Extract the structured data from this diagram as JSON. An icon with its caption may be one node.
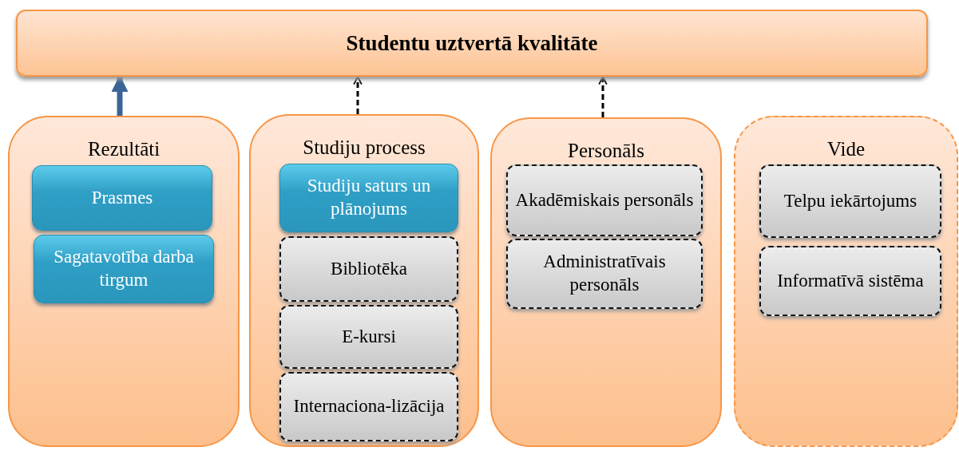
{
  "diagram": {
    "nodes": [
      {
        "text": [
          "Studentu uztvertā kvalitāte"
        ]
      },
      {
        "text": [
          "Rezultāti"
        ]
      },
      {
        "text": [
          "Prasmes"
        ],
        "in": 1
      },
      {
        "text": [
          "Sagatavotība darba tirgum"
        ],
        "in": 1
      },
      {
        "text": [
          "Studiju process"
        ]
      },
      {
        "text": [
          "Studiju saturs un plānojums"
        ],
        "in": 4
      },
      {
        "text": [
          "Bibliotēka"
        ],
        "in": 4
      },
      {
        "text": [
          "E-kursi"
        ],
        "in": 4
      },
      {
        "text": [
          "Internaciona-lizācija"
        ],
        "in": 4
      },
      {
        "text": [
          "Personāls"
        ]
      },
      {
        "text": [
          "Akadēmiskais personāls"
        ],
        "in": 9
      },
      {
        "text": [
          "Administratīvais personāls"
        ],
        "in": 9
      },
      {
        "text": [
          "Vide"
        ]
      },
      {
        "text": [
          "Telpu iekārtojums"
        ],
        "in": 12
      },
      {
        "text": [
          "Informatīvā sistēma"
        ],
        "in": 12
      }
    ],
    "edges": [
      {
        "from": 1,
        "to": 0,
        "arrow": "to",
        "style": "thick",
        "color": "#3b6496"
      },
      {
        "from": 4,
        "to": 0,
        "arrow": "to",
        "style": "dashed"
      },
      {
        "from": 9,
        "to": 0,
        "arrow": "to",
        "style": "dashed"
      }
    ]
  }
}
